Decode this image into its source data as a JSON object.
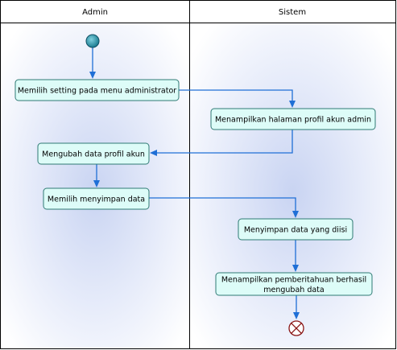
{
  "swimlanes": [
    {
      "id": "admin",
      "label": "Admin"
    },
    {
      "id": "sistem",
      "label": "Sistem"
    }
  ],
  "nodes": [
    {
      "id": "a1",
      "lane": "admin",
      "lines": [
        "Memilih setting pada menu administrator"
      ]
    },
    {
      "id": "s1",
      "lane": "sistem",
      "lines": [
        "Menampilkan halaman profil akun admin"
      ]
    },
    {
      "id": "a2",
      "lane": "admin",
      "lines": [
        "Mengubah data profil akun"
      ]
    },
    {
      "id": "a3",
      "lane": "admin",
      "lines": [
        "Memilih menyimpan data"
      ]
    },
    {
      "id": "s2",
      "lane": "sistem",
      "lines": [
        "Menyimpan data yang diisi"
      ]
    },
    {
      "id": "s3",
      "lane": "sistem",
      "lines": [
        "Menampilkan pemberitahuan berhasil",
        "mengubah data"
      ]
    }
  ],
  "start_node": {
    "lane": "admin"
  },
  "end_node": {
    "lane": "sistem"
  },
  "flows": [
    {
      "from": "start",
      "to": "a1"
    },
    {
      "from": "a1",
      "to": "s1"
    },
    {
      "from": "s1",
      "to": "a2"
    },
    {
      "from": "a2",
      "to": "a3"
    },
    {
      "from": "a3",
      "to": "s2"
    },
    {
      "from": "s2",
      "to": "s3"
    },
    {
      "from": "s3",
      "to": "end"
    }
  ],
  "colors": {
    "flow": "#1f6fd6",
    "node_fill": "#ddfcf8",
    "node_border": "#2f7a74",
    "lane_glow": "#c9d4f2",
    "start_fill": "#2a93a8"
  }
}
